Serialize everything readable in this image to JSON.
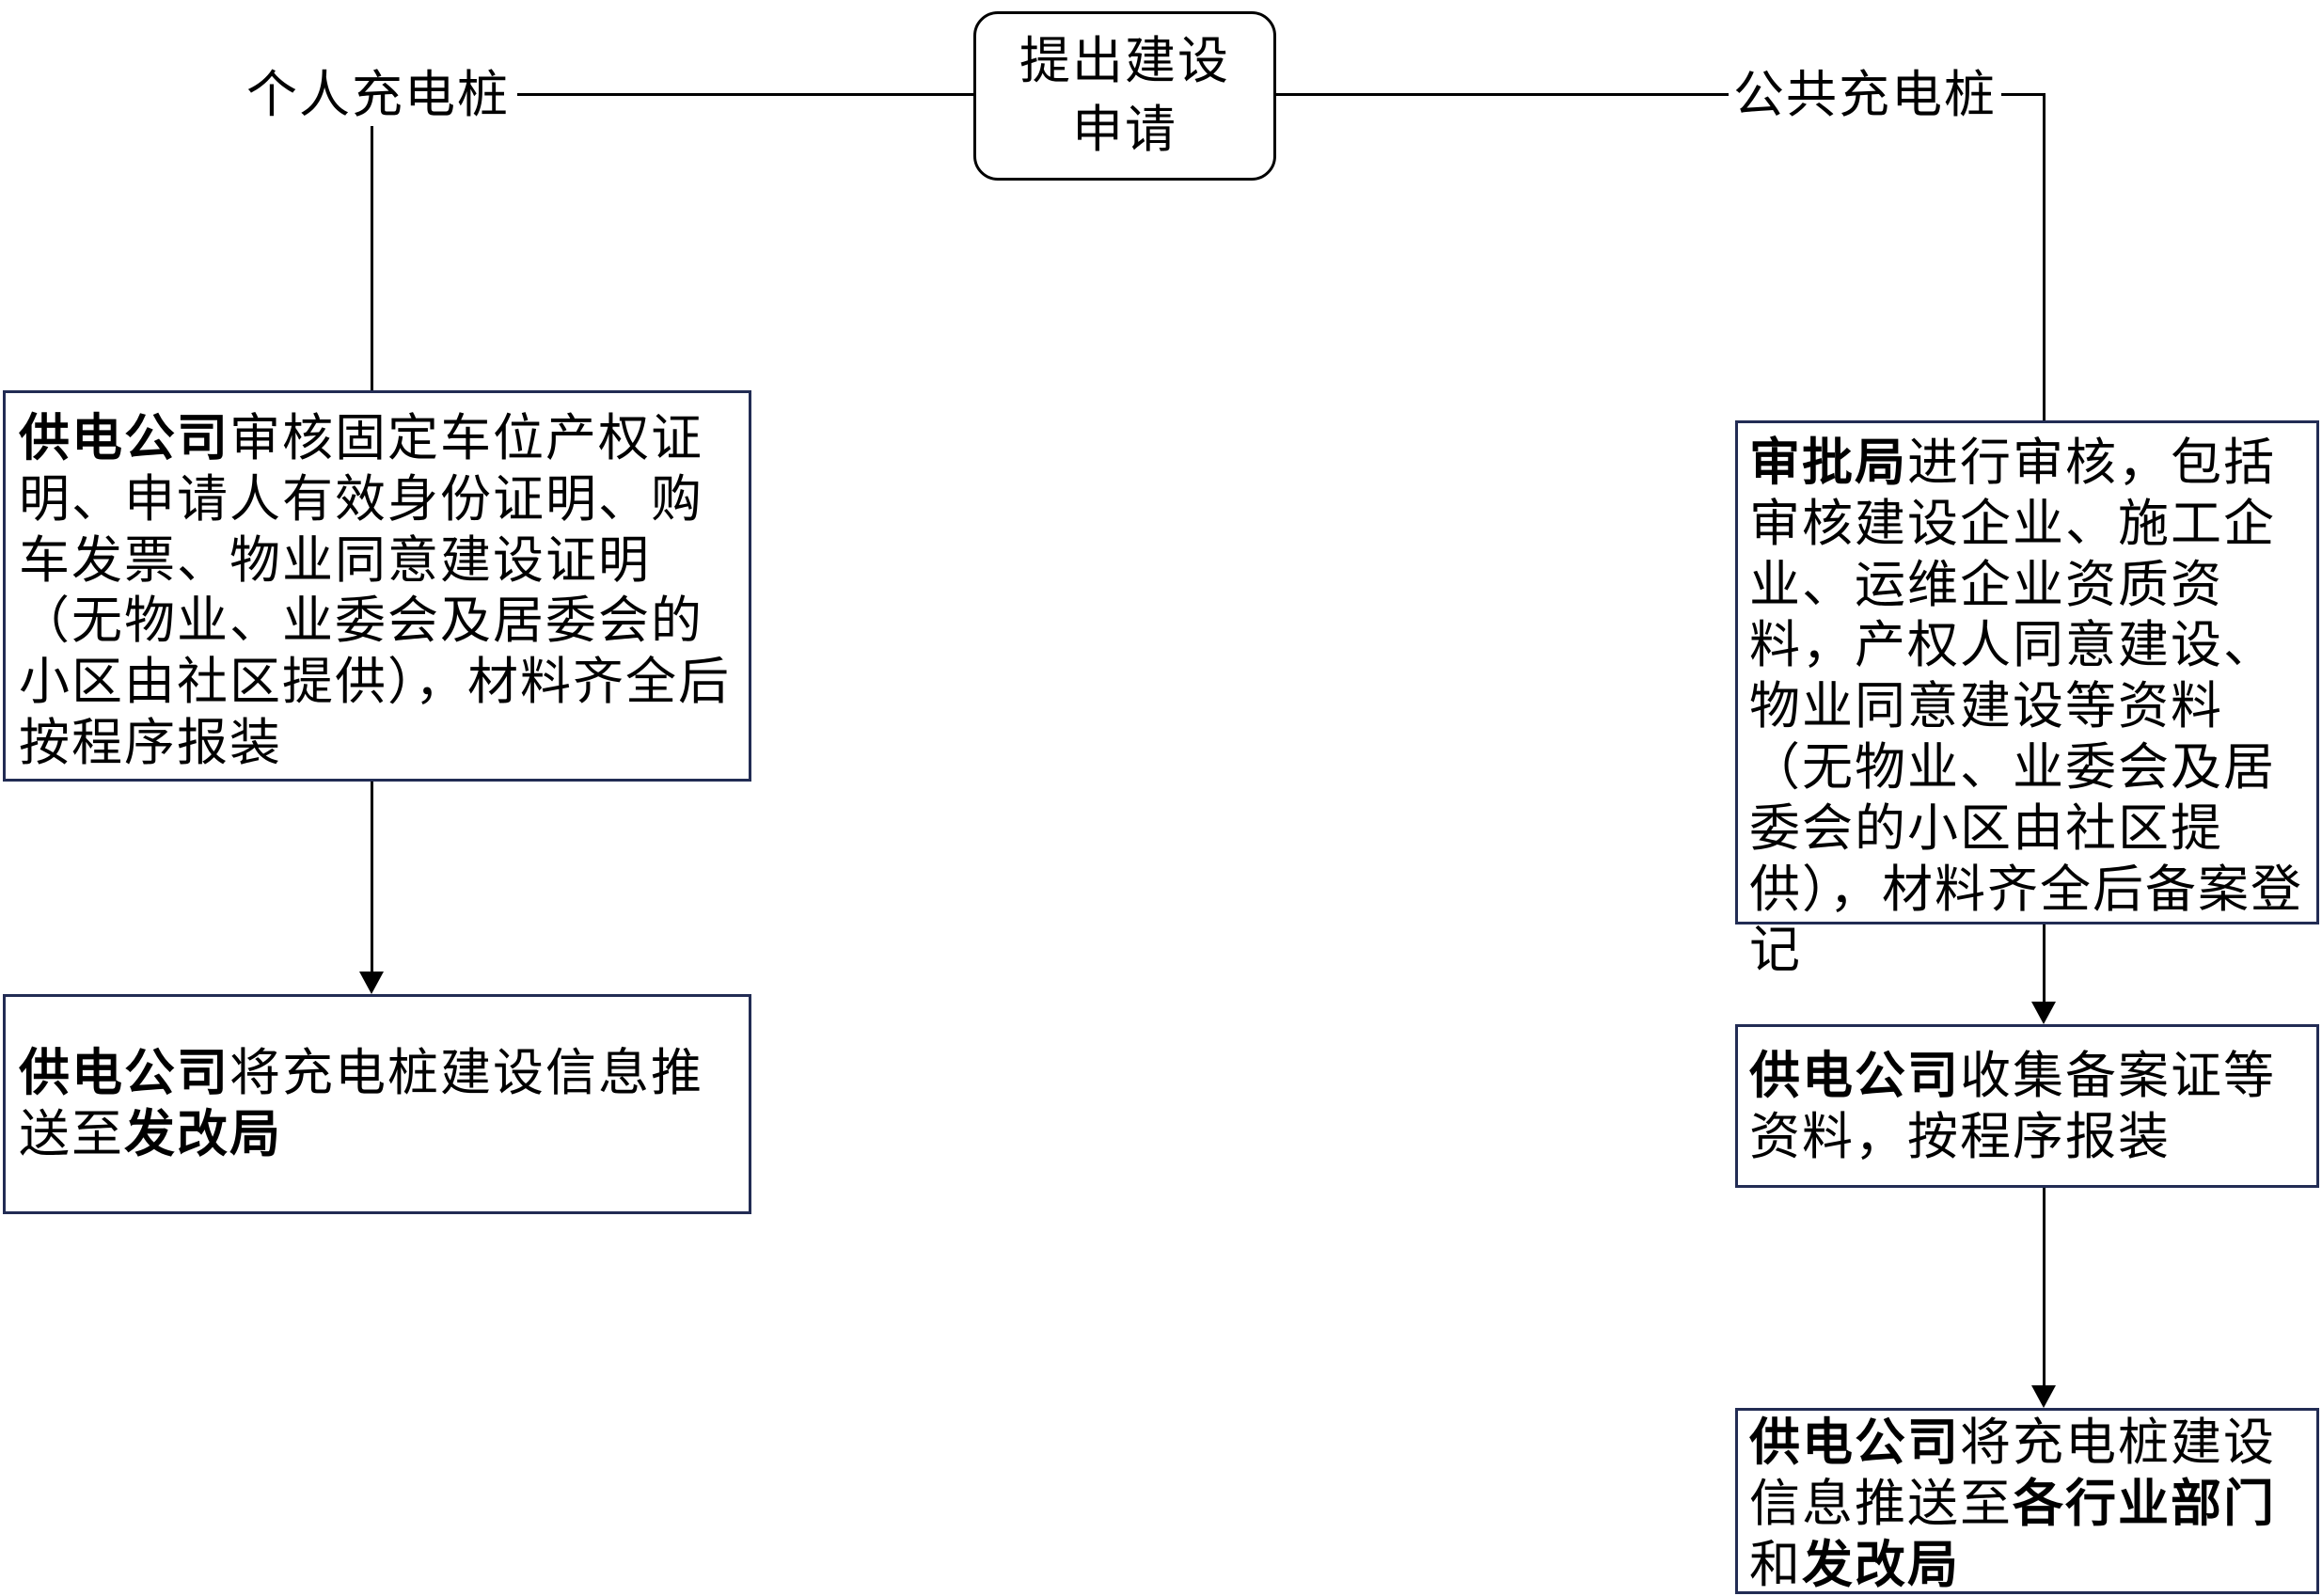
{
  "flowchart": {
    "start": {
      "label": "提出建设\n申请"
    },
    "branches": {
      "left": {
        "label": "个人充电桩"
      },
      "right": {
        "label": "公共充电桩"
      }
    },
    "left_steps": [
      {
        "segments": [
          {
            "text": "供电公司",
            "bold": true
          },
          {
            "text": "审核固定车位产权证明、申请人有效身份证明、购车发票、物业同意建设证明（无物业、业委会及居委会的小区由社区提供），材料齐全后按程序报装",
            "bold": false
          }
        ]
      },
      {
        "segments": [
          {
            "text": "供电公司",
            "bold": true
          },
          {
            "text": "将充电桩建设信息推送至",
            "bold": false
          },
          {
            "text": "发改局",
            "bold": true
          }
        ]
      }
    ],
    "right_steps": [
      {
        "segments": [
          {
            "text": "审批局",
            "bold": true
          },
          {
            "text": "进行审核，包括审核建设企业、施工企业、运维企业资质资料，产权人同意建设、物业同意建设等资料（无物业、业委会及居委会的小区由社区提供），材料齐全后备案登记",
            "bold": false
          }
        ]
      },
      {
        "segments": [
          {
            "text": "供电公司",
            "bold": true
          },
          {
            "text": "收集备案证等资料，按程序报装",
            "bold": false
          }
        ]
      },
      {
        "segments": [
          {
            "text": "供电公司",
            "bold": true
          },
          {
            "text": "将充电桩建设信息推送至",
            "bold": false
          },
          {
            "text": "各行业部门",
            "bold": true
          },
          {
            "text": "和",
            "bold": false
          },
          {
            "text": "发改局",
            "bold": true
          }
        ]
      }
    ],
    "colors": {
      "step_box_border": "#222c54",
      "start_box_border": "#000000",
      "connector": "#000000",
      "text": "#000000",
      "background": "#ffffff"
    }
  }
}
